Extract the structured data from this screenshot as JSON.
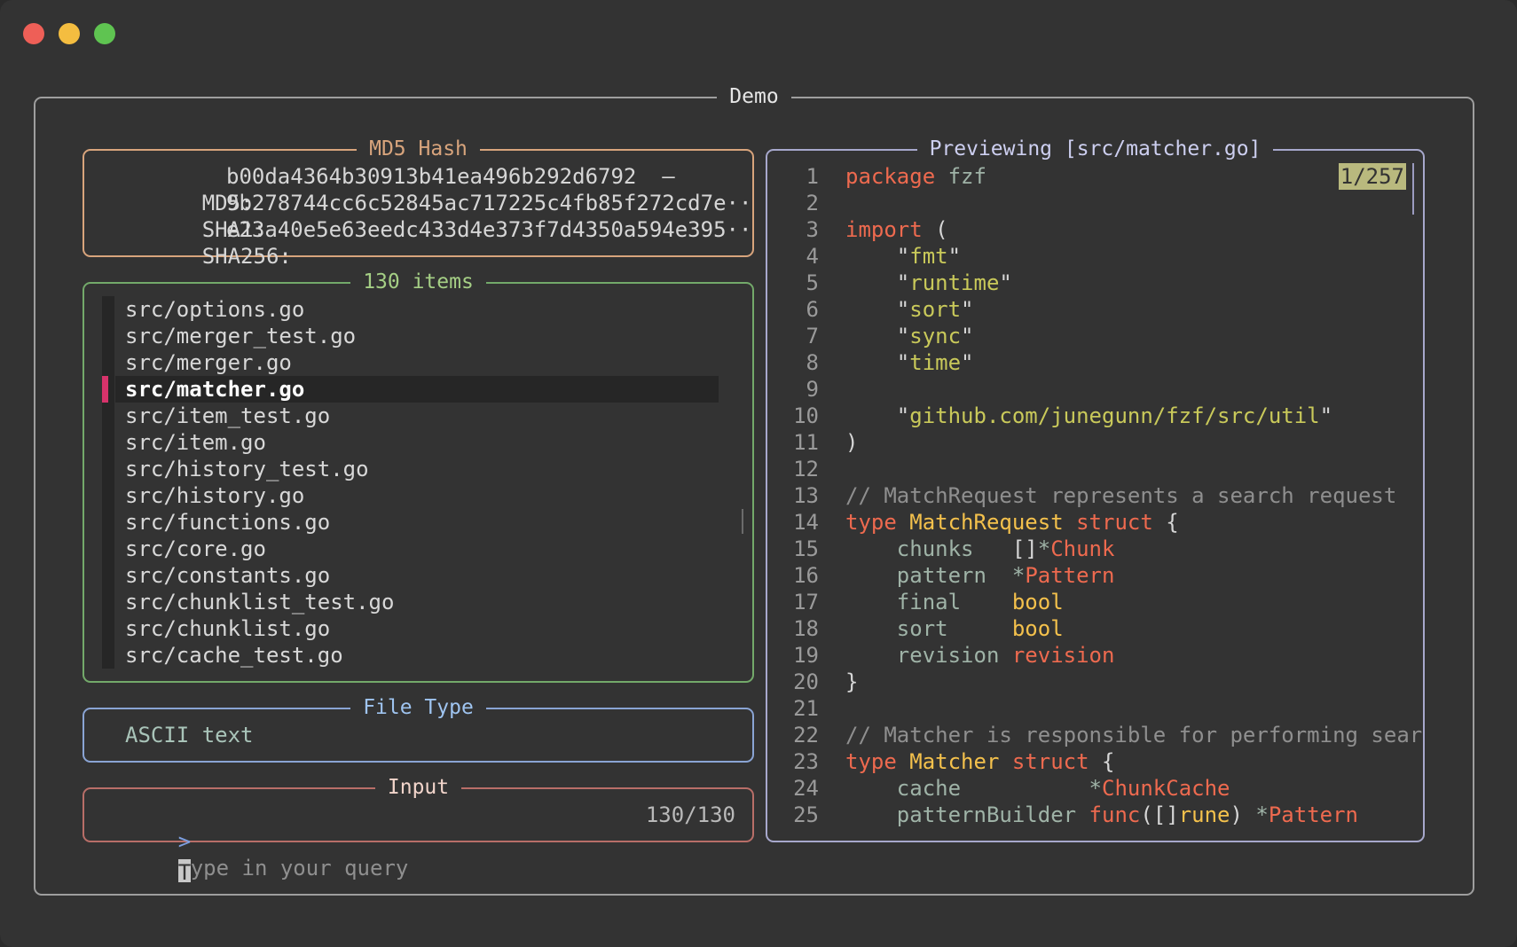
{
  "window": {
    "title": "Demo"
  },
  "hash": {
    "title": "MD5 Hash",
    "rows": [
      {
        "label": "MD5:",
        "value": "b00da4364b30913b41ea496b292d6792  –"
      },
      {
        "label": "SHA1:",
        "value": "9b278744cc6c52845ac717225c4fb85f272cd7e··"
      },
      {
        "label": "SHA256:",
        "value": "e23a40e5e63eedc433d4e373f7d4350a594e395··"
      }
    ]
  },
  "list": {
    "title": "130 items",
    "items": [
      "src/options.go",
      "src/merger_test.go",
      "src/merger.go",
      "src/matcher.go",
      "src/item_test.go",
      "src/item.go",
      "src/history_test.go",
      "src/history.go",
      "src/functions.go",
      "src/core.go",
      "src/constants.go",
      "src/chunklist_test.go",
      "src/chunklist.go",
      "src/cache_test.go"
    ],
    "selected_index": 3
  },
  "filetype": {
    "title": "File Type",
    "value": "ASCII text"
  },
  "input": {
    "title": "Input",
    "prompt": ">",
    "cursor_char": "T",
    "placeholder": "ype in your query",
    "count": "130/130"
  },
  "preview": {
    "title": "Previewing [src/matcher.go]",
    "position": "1/257",
    "colors": {
      "keyword": "#ee6a4f",
      "string": "#c9c95a",
      "type": "#f4c14c",
      "identifier": "#9fb3a7",
      "comment": "#8f8f8f"
    },
    "lines": [
      [
        [
          "kw",
          "package"
        ],
        [
          "pl",
          " "
        ],
        [
          "id",
          "fzf"
        ]
      ],
      [],
      [
        [
          "kw",
          "import"
        ],
        [
          "pl",
          " ("
        ]
      ],
      [
        [
          "pl",
          "    \""
        ],
        [
          "str",
          "fmt"
        ],
        [
          "pl",
          "\""
        ]
      ],
      [
        [
          "pl",
          "    \""
        ],
        [
          "str",
          "runtime"
        ],
        [
          "pl",
          "\""
        ]
      ],
      [
        [
          "pl",
          "    \""
        ],
        [
          "str",
          "sort"
        ],
        [
          "pl",
          "\""
        ]
      ],
      [
        [
          "pl",
          "    \""
        ],
        [
          "str",
          "sync"
        ],
        [
          "pl",
          "\""
        ]
      ],
      [
        [
          "pl",
          "    \""
        ],
        [
          "str",
          "time"
        ],
        [
          "pl",
          "\""
        ]
      ],
      [],
      [
        [
          "pl",
          "    \""
        ],
        [
          "str",
          "github.com/junegunn/fzf/src/util"
        ],
        [
          "pl",
          "\""
        ]
      ],
      [
        [
          "pl",
          ")"
        ]
      ],
      [],
      [
        [
          "com",
          "// MatchRequest represents a search request"
        ]
      ],
      [
        [
          "kw",
          "type"
        ],
        [
          "pl",
          " "
        ],
        [
          "typ",
          "MatchRequest"
        ],
        [
          "pl",
          " "
        ],
        [
          "kw",
          "struct"
        ],
        [
          "pl",
          " {"
        ]
      ],
      [
        [
          "pl",
          "    "
        ],
        [
          "id",
          "chunks"
        ],
        [
          "pl",
          "   []"
        ],
        [
          "id",
          "*"
        ],
        [
          "kw",
          "Chunk"
        ]
      ],
      [
        [
          "pl",
          "    "
        ],
        [
          "id",
          "pattern"
        ],
        [
          "pl",
          "  "
        ],
        [
          "id",
          "*"
        ],
        [
          "kw",
          "Pattern"
        ]
      ],
      [
        [
          "pl",
          "    "
        ],
        [
          "id",
          "final"
        ],
        [
          "pl",
          "    "
        ],
        [
          "typ",
          "bool"
        ]
      ],
      [
        [
          "pl",
          "    "
        ],
        [
          "id",
          "sort"
        ],
        [
          "pl",
          "     "
        ],
        [
          "typ",
          "bool"
        ]
      ],
      [
        [
          "pl",
          "    "
        ],
        [
          "id",
          "revision"
        ],
        [
          "pl",
          " "
        ],
        [
          "kw",
          "revision"
        ]
      ],
      [
        [
          "pl",
          "}"
        ]
      ],
      [],
      [
        [
          "com",
          "// Matcher is responsible for performing sear"
        ]
      ],
      [
        [
          "kw",
          "type"
        ],
        [
          "pl",
          " "
        ],
        [
          "typ",
          "Matcher"
        ],
        [
          "pl",
          " "
        ],
        [
          "kw",
          "struct"
        ],
        [
          "pl",
          " {"
        ]
      ],
      [
        [
          "pl",
          "    "
        ],
        [
          "id",
          "cache"
        ],
        [
          "pl",
          "          "
        ],
        [
          "id",
          "*"
        ],
        [
          "kw",
          "ChunkCache"
        ]
      ],
      [
        [
          "pl",
          "    "
        ],
        [
          "id",
          "patternBuilder"
        ],
        [
          "pl",
          " "
        ],
        [
          "kw",
          "func"
        ],
        [
          "pl",
          "([]"
        ],
        [
          "typ",
          "rune"
        ],
        [
          "pl",
          ") "
        ],
        [
          "id",
          "*"
        ],
        [
          "kw",
          "Pattern"
        ]
      ]
    ]
  }
}
